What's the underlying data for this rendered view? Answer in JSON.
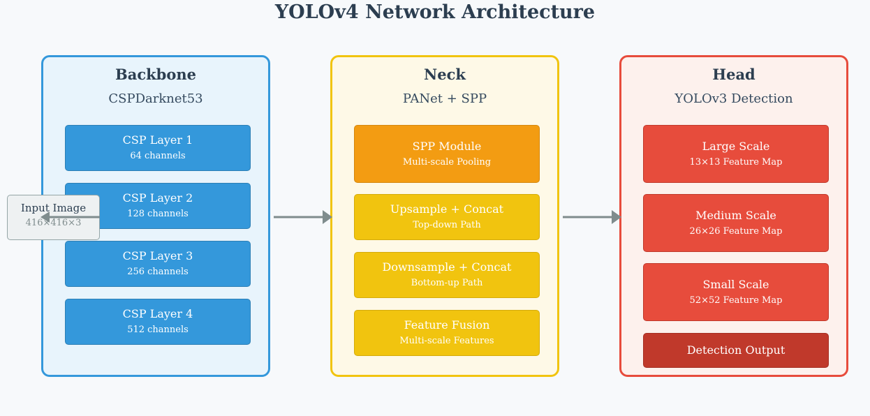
{
  "title": "YOLOv4 Network Architecture",
  "input": {
    "name": "Input Image",
    "shape": "416×416×3"
  },
  "panels": [
    {
      "name": "Backbone",
      "subtitle": "CSPDarknet53",
      "border_color": "#3498db",
      "fill_color": "#e8f4fc",
      "blocks": [
        {
          "name": "CSP Layer 1",
          "detail": "64 channels",
          "style": "blue"
        },
        {
          "name": "CSP Layer 2",
          "detail": "128 channels",
          "style": "blue"
        },
        {
          "name": "CSP Layer 3",
          "detail": "256 channels",
          "style": "blue"
        },
        {
          "name": "CSP Layer 4",
          "detail": "512 channels",
          "style": "blue"
        }
      ]
    },
    {
      "name": "Neck",
      "subtitle": "PANet + SPP",
      "border_color": "#f1c40f",
      "fill_color": "#fef9e7",
      "blocks": [
        {
          "name": "SPP Module",
          "detail": "Multi-scale Pooling",
          "style": "orange"
        },
        {
          "name": "Upsample + Concat",
          "detail": "Top-down Path",
          "style": "yellow"
        },
        {
          "name": "Downsample + Concat",
          "detail": "Bottom-up Path",
          "style": "yellow"
        },
        {
          "name": "Feature Fusion",
          "detail": "Multi-scale Features",
          "style": "yellow"
        }
      ]
    },
    {
      "name": "Head",
      "subtitle": "YOLOv3 Detection",
      "border_color": "#e74c3c",
      "fill_color": "#fdf1ed",
      "blocks": [
        {
          "name": "Large Scale",
          "detail": "13×13 Feature Map",
          "style": "red"
        },
        {
          "name": "Medium Scale",
          "detail": "26×26 Feature Map",
          "style": "red"
        },
        {
          "name": "Small Scale",
          "detail": "52×52 Feature Map",
          "style": "red"
        },
        {
          "name": "Detection Output",
          "detail": "",
          "style": "darkred"
        }
      ]
    }
  ],
  "colors": {
    "arrow": "#7f8c8d",
    "text": "#2c3e50"
  }
}
